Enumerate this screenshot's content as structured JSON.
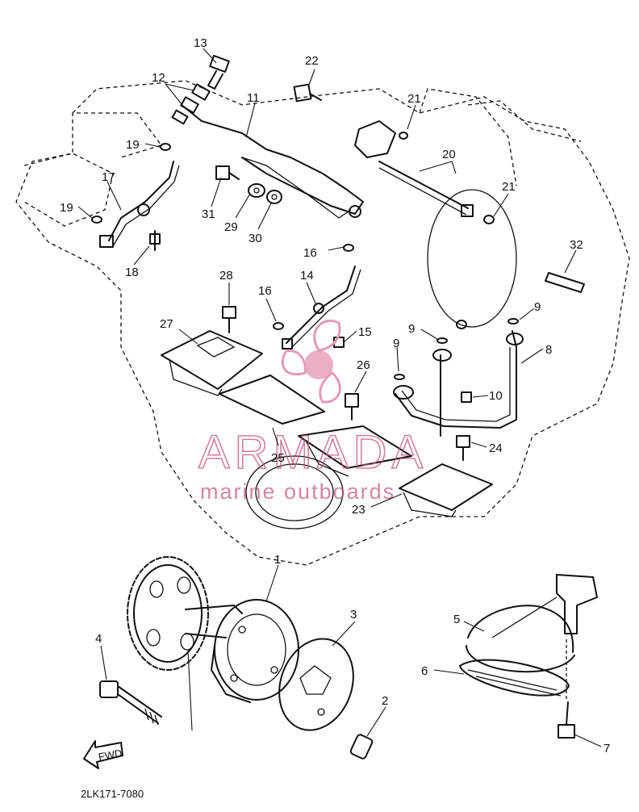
{
  "callouts": [
    "1",
    "2",
    "3",
    "4",
    "5",
    "6",
    "7",
    "8",
    "9",
    "9",
    "9",
    "10",
    "11",
    "12",
    "13",
    "14",
    "15",
    "16",
    "16",
    "17",
    "18",
    "19",
    "19",
    "20",
    "21",
    "21",
    "22",
    "23",
    "24",
    "25",
    "26",
    "27",
    "28",
    "29",
    "30",
    "31",
    "32"
  ],
  "diagram_code": "2LK171-7080",
  "fwd_label": "FWD",
  "watermark": {
    "brand": "ARMADA",
    "subtitle": "marine outboards",
    "color": "#e59ab9"
  }
}
